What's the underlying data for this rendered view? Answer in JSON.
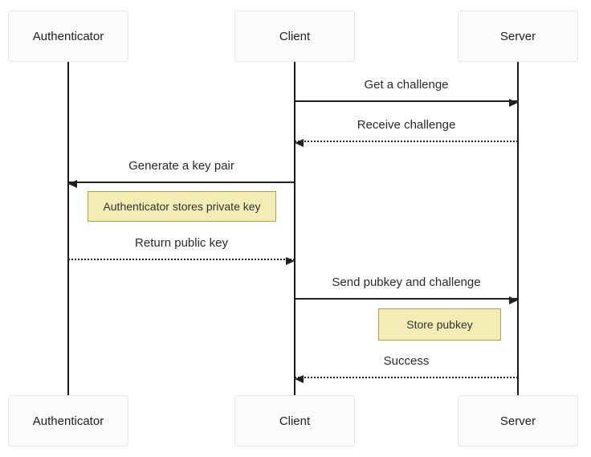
{
  "diagram": {
    "type": "sequence",
    "actors": [
      "Authenticator",
      "Client",
      "Server"
    ],
    "messages": [
      {
        "from": "Client",
        "to": "Server",
        "label": "Get a challenge",
        "line": "solid"
      },
      {
        "from": "Server",
        "to": "Client",
        "label": "Receive challenge",
        "line": "dotted"
      },
      {
        "from": "Client",
        "to": "Authenticator",
        "label": "Generate a key pair",
        "line": "solid"
      },
      {
        "from": "Authenticator",
        "to": "Client",
        "label": "Return public key",
        "line": "dotted"
      },
      {
        "from": "Client",
        "to": "Server",
        "label": "Send pubkey and challenge",
        "line": "solid"
      },
      {
        "from": "Server",
        "to": "Client",
        "label": "Success",
        "line": "dotted"
      }
    ],
    "notes": [
      {
        "label": "Authenticator stores private key",
        "position": "right of Authenticator"
      },
      {
        "label": "Store pubkey",
        "position": "left of Server"
      }
    ],
    "colors": {
      "background": "#ffffff",
      "actor_fill": "#fbfbfb",
      "actor_border": "#e7e7e7",
      "line": "#1f1f1f",
      "note_fill": "#f3ecb4",
      "note_border": "#a8a454",
      "text": "#2a2a2a"
    }
  }
}
